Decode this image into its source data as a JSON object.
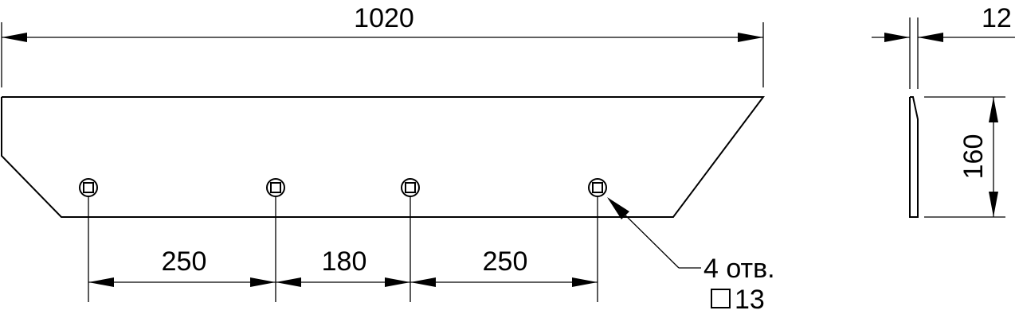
{
  "dimensions": {
    "overall_length": "1020",
    "hole_spacing_1": "250",
    "hole_spacing_2": "180",
    "hole_spacing_3": "250",
    "thickness": "12",
    "height": "160"
  },
  "hole_note": {
    "count": "4 отв.",
    "size": "13"
  }
}
